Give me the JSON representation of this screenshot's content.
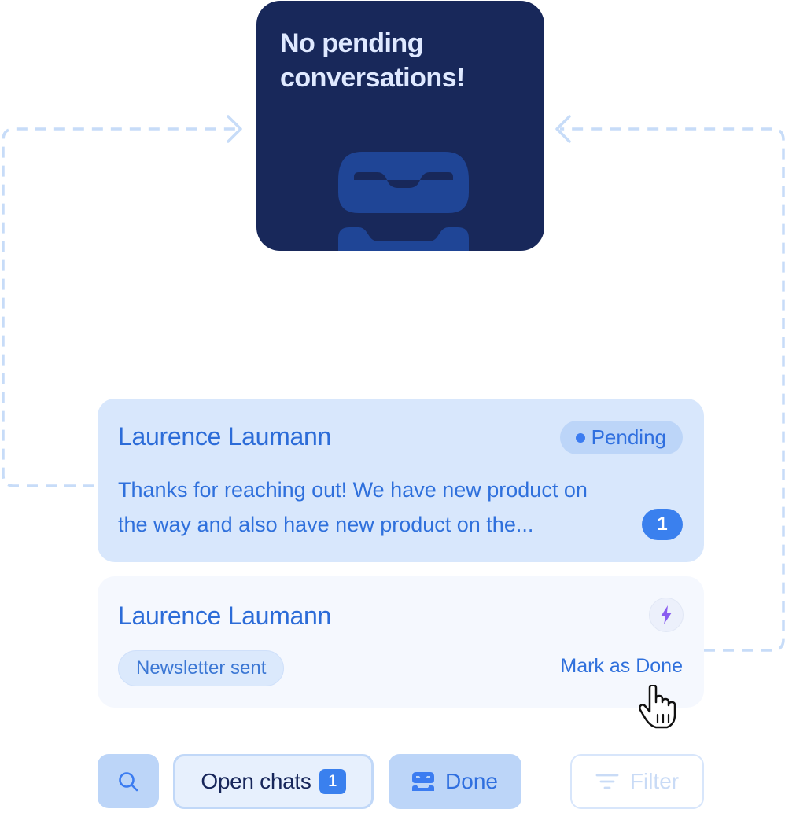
{
  "empty_state": {
    "title": "No pending conversations!",
    "icon": "inbox-tray-icon"
  },
  "conversations": [
    {
      "name": "Laurence Laumann",
      "status": "Pending",
      "preview": "Thanks for reaching out! We have new product on the way and also have new product on the...",
      "unread": "1"
    },
    {
      "name": "Laurence Laumann",
      "tag": "Newsletter sent",
      "action": "Mark as Done",
      "icon": "lightning-bolt-icon"
    }
  ],
  "toolbar": {
    "search_icon": "search-icon",
    "open_chats_label": "Open chats",
    "open_chats_count": "1",
    "done_label": "Done",
    "filter_label": "Filter"
  },
  "colors": {
    "dark_navy": "#18285a",
    "accent_blue": "#3a80ee",
    "light_blue_card": "#d8e7fc",
    "dashed_connector": "#c7dcf8",
    "bolt_purple": "#8a5cf0"
  }
}
